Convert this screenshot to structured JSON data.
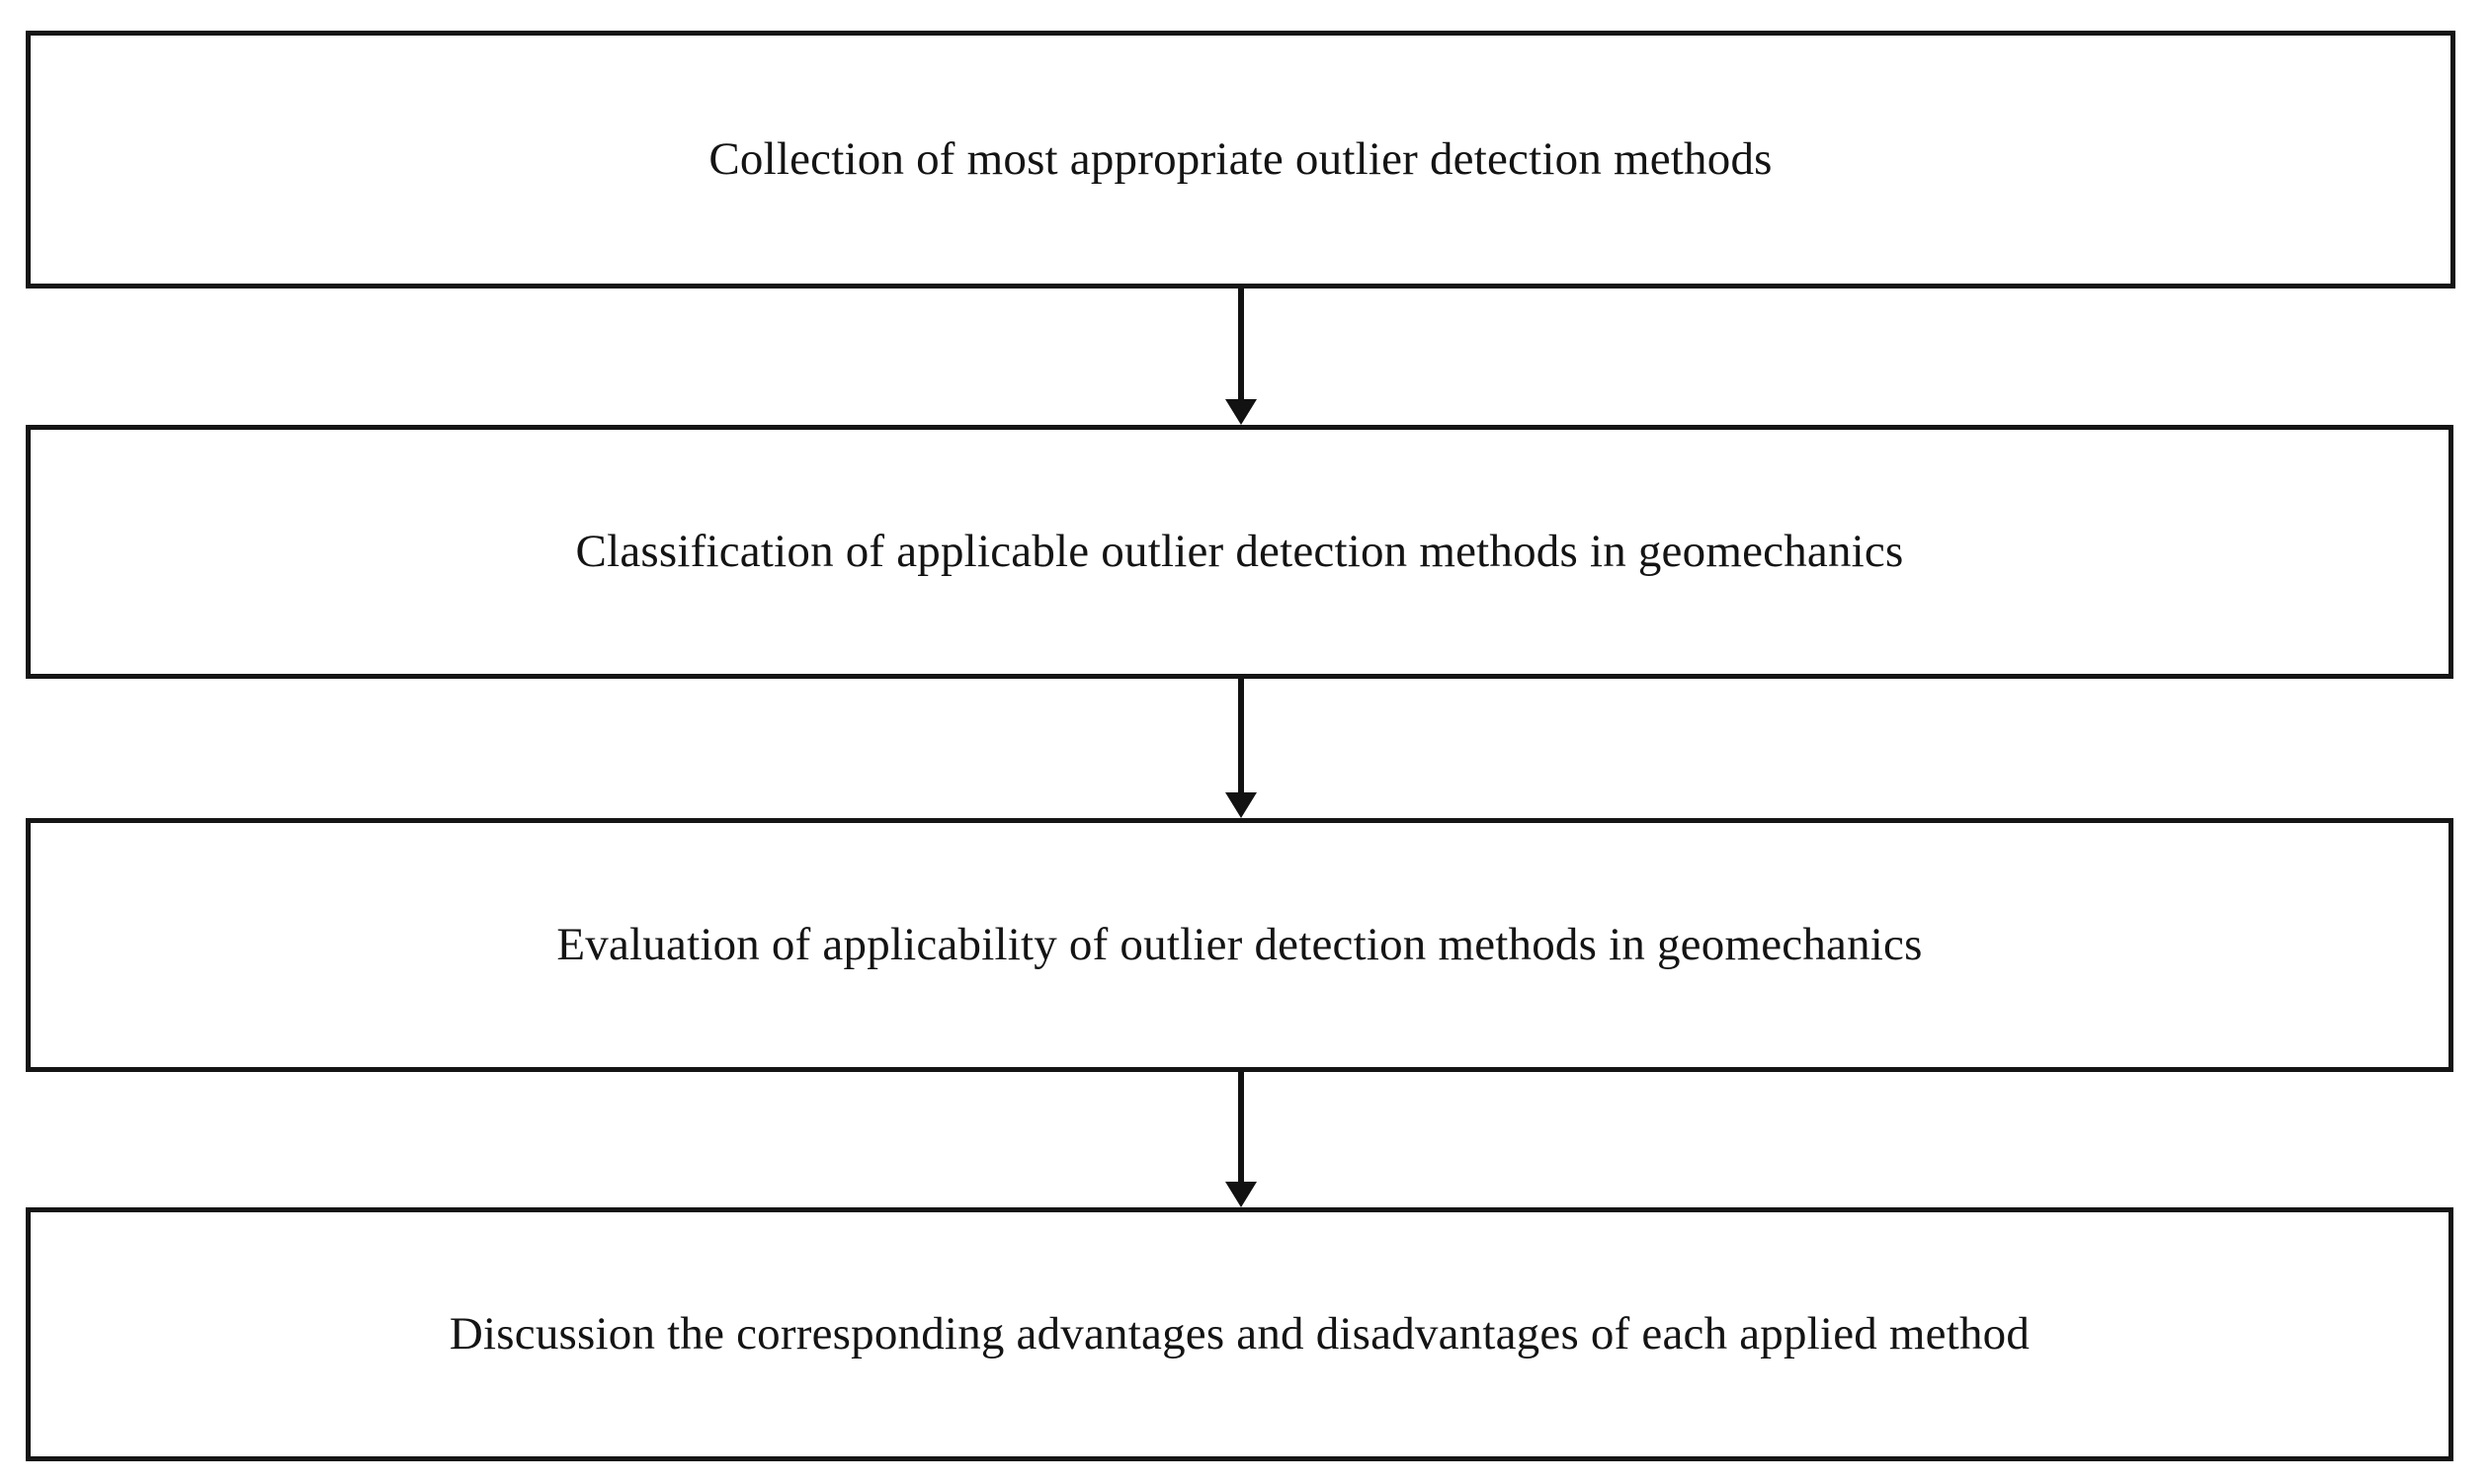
{
  "diagram": {
    "type": "flowchart",
    "orientation": "vertical-top-to-bottom",
    "background_color": "#ffffff",
    "box_border_color": "#151515",
    "box_fill_color": "#ffffff",
    "text_color": "#141414",
    "arrow_color": "#121212",
    "nodes": [
      {
        "id": "node-1",
        "label": "Collection of most appropriate outlier detection methods",
        "shape": "rectangle"
      },
      {
        "id": "node-2",
        "label": "Classification of applicable outlier detection methods in geomechanics",
        "shape": "rectangle"
      },
      {
        "id": "node-3",
        "label": "Evaluation of applicability of outlier detection methods in geomechanics",
        "shape": "rectangle"
      },
      {
        "id": "node-4",
        "label": "Discussion the corresponding advantages and disadvantages of each applied method",
        "shape": "rectangle"
      }
    ],
    "edges": [
      {
        "id": "edge-1",
        "from": "node-1",
        "to": "node-2",
        "style": "solid-arrow-down",
        "label": ""
      },
      {
        "id": "edge-2",
        "from": "node-2",
        "to": "node-3",
        "style": "solid-arrow-down",
        "label": ""
      },
      {
        "id": "edge-3",
        "from": "node-3",
        "to": "node-4",
        "style": "solid-arrow-down",
        "label": ""
      }
    ]
  }
}
